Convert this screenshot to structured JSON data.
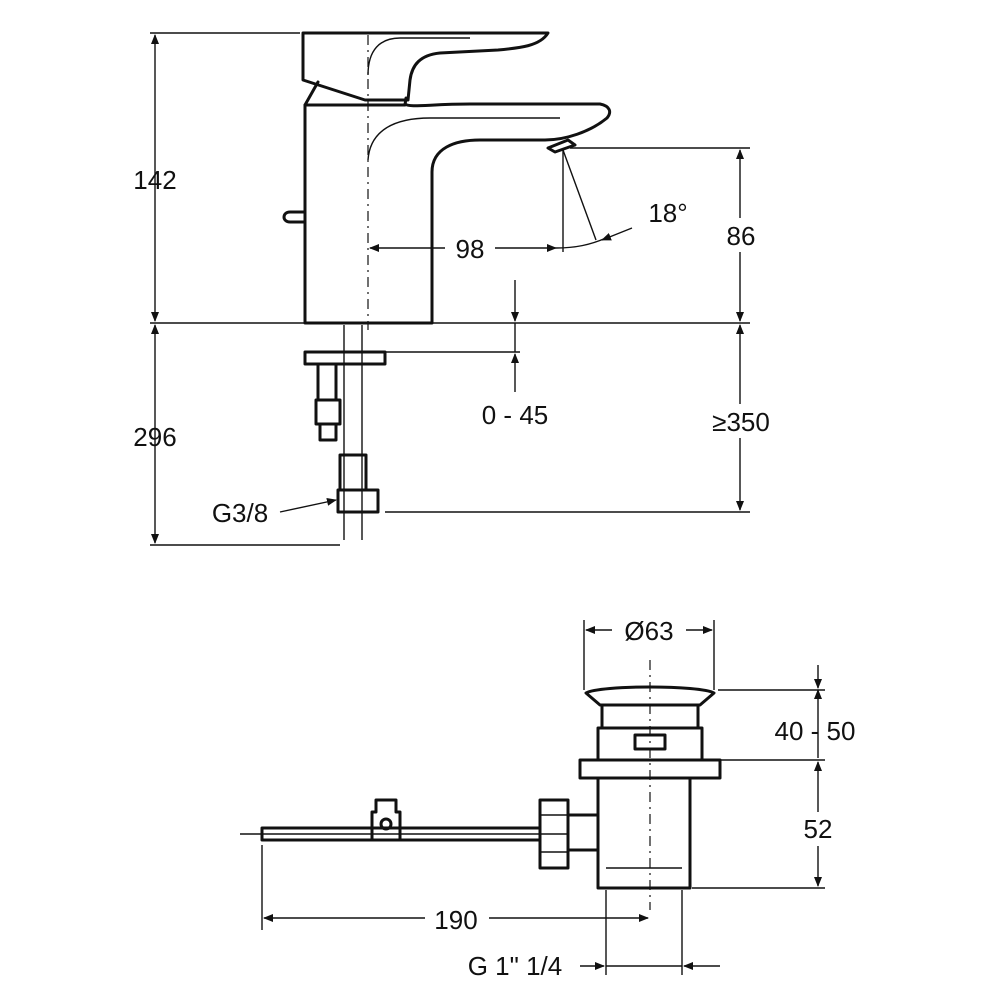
{
  "faucet": {
    "height_total": "142",
    "below_deck": "296",
    "spout_reach": "98",
    "spout_height": "86",
    "spout_angle": "18°",
    "deck_thickness": "0 - 45",
    "min_clearance": "≥350",
    "connection": "G3/8"
  },
  "drain": {
    "diameter": "Ø63",
    "plug_travel": "40 - 50",
    "body_height": "52",
    "rod_length": "190",
    "thread": "G 1\" 1/4"
  },
  "colors": {
    "line": "#111111",
    "background": "#ffffff"
  }
}
